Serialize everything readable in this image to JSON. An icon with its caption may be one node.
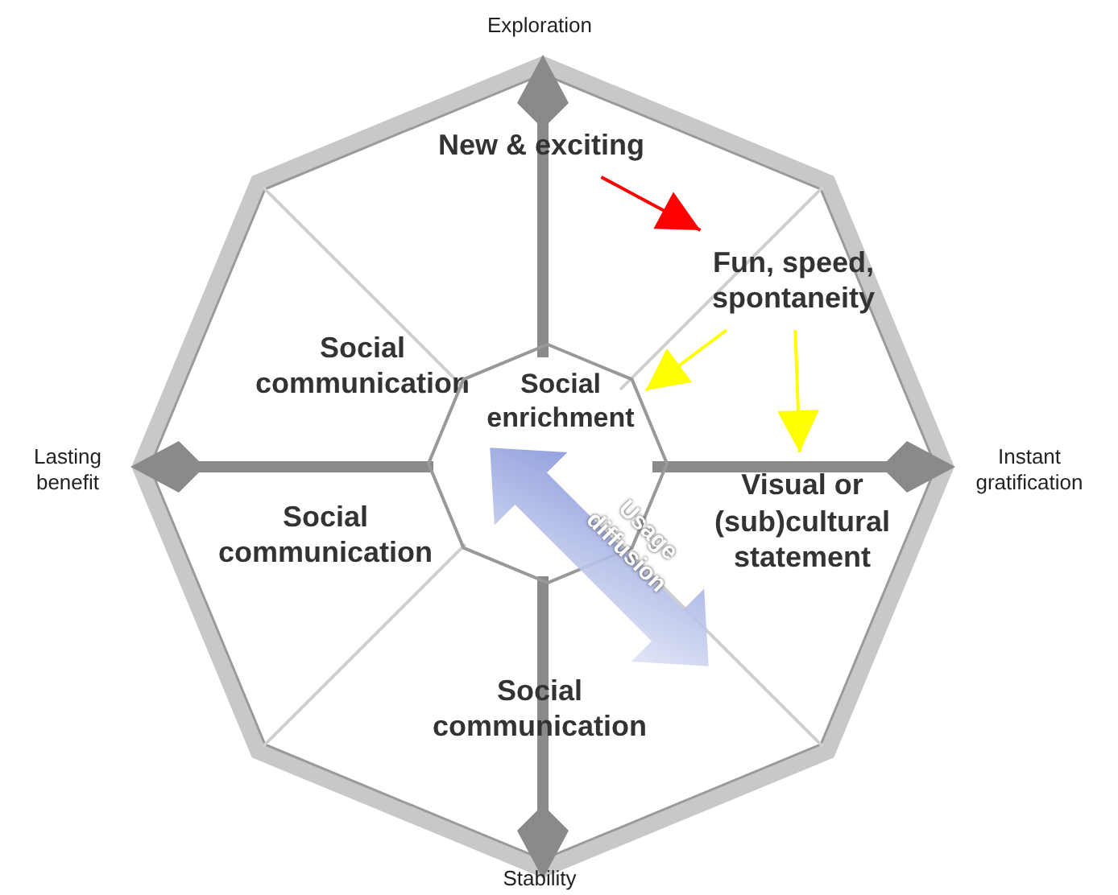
{
  "diagram": {
    "nodes": [
      {
        "text": [
          "New & exciting"
        ]
      },
      {
        "text": [
          "Social communication"
        ]
      },
      {
        "text": [
          "Fun, speed, spontaneity"
        ]
      },
      {
        "text": [
          "Social enrichment"
        ]
      },
      {
        "text": [
          "Social communication"
        ]
      },
      {
        "text": [
          "Visual or (sub)cultural statement"
        ]
      },
      {
        "text": [
          "Social communication"
        ]
      }
    ],
    "edges": [
      {
        "from": 0,
        "to": 2,
        "arrow": "to",
        "color": "#ff0000"
      },
      {
        "from": 2,
        "to": 3,
        "arrow": "to",
        "color": "#ffff00"
      },
      {
        "from": 2,
        "to": 5,
        "arrow": "to",
        "color": "#ffff00"
      }
    ],
    "labels": [
      "Exploration",
      "Lasting benefit",
      "Instant gratification",
      "Usage diffusion",
      "Stability"
    ]
  }
}
